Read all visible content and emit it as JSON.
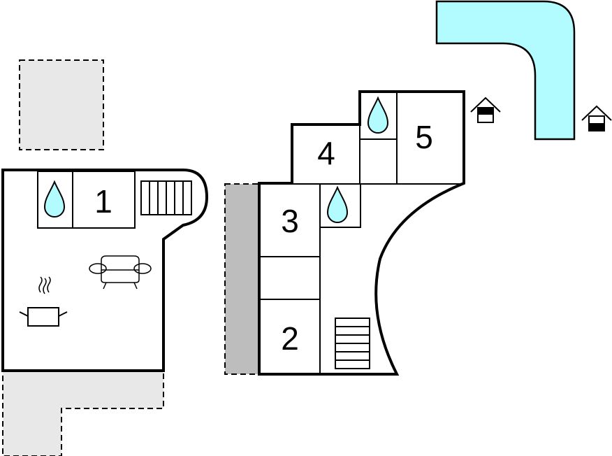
{
  "rooms": [
    {
      "label": "1"
    },
    {
      "label": "2"
    },
    {
      "label": "3"
    },
    {
      "label": "4"
    },
    {
      "label": "5"
    }
  ],
  "icons": [
    "water-drop-icon",
    "stairs-icon",
    "sofa-icon",
    "cooking-pot-icon",
    "house-icon",
    "pool-icon",
    "terrace-area"
  ],
  "colors": {
    "pool": "#b2fcff",
    "terrace_light": "#e8e8e8",
    "terrace_dark": "#bdbdbd",
    "wall": "#000000"
  }
}
